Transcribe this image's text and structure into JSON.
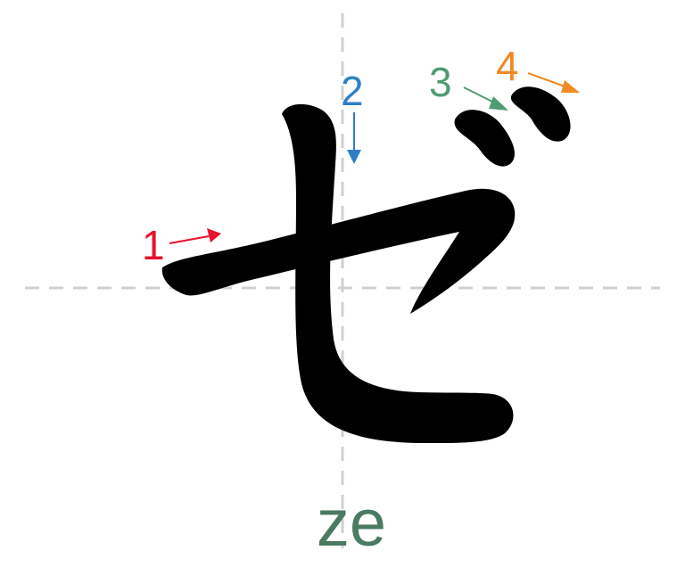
{
  "character": "ゼ",
  "romanization": "ze",
  "colors": {
    "background": "#ffffff",
    "guide": "#d0d0d0",
    "glyph": "#000000",
    "romaji": "#4a7a62"
  },
  "strokes": [
    {
      "number": "1",
      "color": "#e8112d"
    },
    {
      "number": "2",
      "color": "#2f7fc8"
    },
    {
      "number": "3",
      "color": "#4f9b74"
    },
    {
      "number": "4",
      "color": "#f08a24"
    }
  ]
}
